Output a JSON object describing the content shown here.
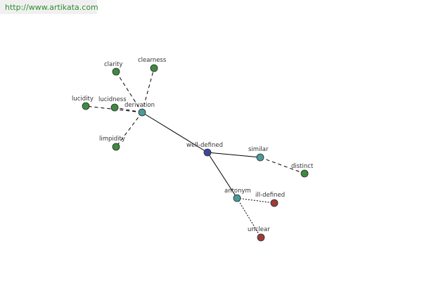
{
  "watermark": {
    "url": "http://www.artikata.com"
  },
  "colors": {
    "center": "#3a47a0",
    "relation": "#4a9a9a",
    "synonym": "#3e8a3e",
    "antonym_term": "#a03a3a"
  },
  "graph": {
    "nodes": [
      {
        "id": "well-defined",
        "label": "well-defined",
        "kind": "center"
      },
      {
        "id": "derivation",
        "label": "derivation",
        "kind": "relation"
      },
      {
        "id": "similar",
        "label": "similar",
        "kind": "relation"
      },
      {
        "id": "antonym",
        "label": "antonym",
        "kind": "relation"
      },
      {
        "id": "clarity",
        "label": "clarity",
        "kind": "synonym"
      },
      {
        "id": "clearness",
        "label": "clearness",
        "kind": "synonym"
      },
      {
        "id": "lucidity",
        "label": "lucidity",
        "kind": "synonym"
      },
      {
        "id": "lucidness",
        "label": "lucidness",
        "kind": "synonym"
      },
      {
        "id": "limpidity",
        "label": "limpidity",
        "kind": "synonym"
      },
      {
        "id": "distinct",
        "label": "distinct",
        "kind": "synonym"
      },
      {
        "id": "ill-defined",
        "label": "ill-defined",
        "kind": "antonym_term"
      },
      {
        "id": "unclear",
        "label": "unclear",
        "kind": "antonym_term"
      }
    ],
    "edges": [
      {
        "from": "well-defined",
        "to": "derivation",
        "style": "solid"
      },
      {
        "from": "well-defined",
        "to": "similar",
        "style": "solid"
      },
      {
        "from": "well-defined",
        "to": "antonym",
        "style": "solid"
      },
      {
        "from": "derivation",
        "to": "clarity",
        "style": "dashed"
      },
      {
        "from": "derivation",
        "to": "clearness",
        "style": "dashed"
      },
      {
        "from": "derivation",
        "to": "lucidity",
        "style": "dashed"
      },
      {
        "from": "derivation",
        "to": "lucidness",
        "style": "dashed"
      },
      {
        "from": "derivation",
        "to": "limpidity",
        "style": "dashed"
      },
      {
        "from": "similar",
        "to": "distinct",
        "style": "dashed"
      },
      {
        "from": "antonym",
        "to": "ill-defined",
        "style": "dotted"
      },
      {
        "from": "antonym",
        "to": "unclear",
        "style": "dotted"
      }
    ]
  }
}
